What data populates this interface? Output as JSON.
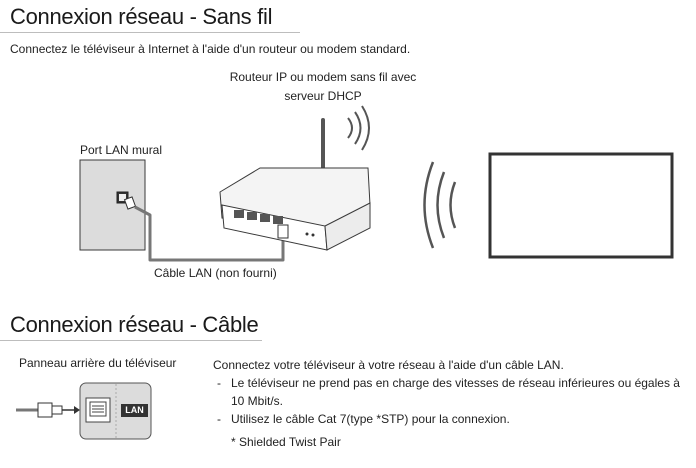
{
  "section_wireless": {
    "title": "Connexion réseau - Sans fil",
    "intro": "Connectez le téléviseur à Internet à l'aide d'un routeur ou modem standard.",
    "router_label_line1": "Routeur IP ou modem sans fil avec",
    "router_label_line2": "serveur DHCP",
    "wall_port_label": "Port LAN mural",
    "cable_label": "Câble LAN (non fourni)"
  },
  "section_cable": {
    "title": "Connexion réseau - Câble",
    "panel_label": "Panneau arrière du téléviseur",
    "port_label": "LAN",
    "intro": "Connectez votre téléviseur à votre réseau à l'aide d'un câble LAN.",
    "notes": [
      "Le téléviseur ne prend pas en charge des vitesses de réseau inférieures ou égales à 10 Mbit/s.",
      "Utilisez le câble Cat 7(type *STP) pour la connexion."
    ],
    "footnote": "* Shielded Twist Pair"
  },
  "colors": {
    "rule": "#bdbdbd",
    "wall": "#dcdcdc",
    "outline": "#3a3a3a",
    "cable": "#777777"
  },
  "icons": [
    "wall-lan-port-icon",
    "router-icon",
    "wifi-signal-icon",
    "tv-icon",
    "lan-plug-icon",
    "lan-panel-icon"
  ]
}
